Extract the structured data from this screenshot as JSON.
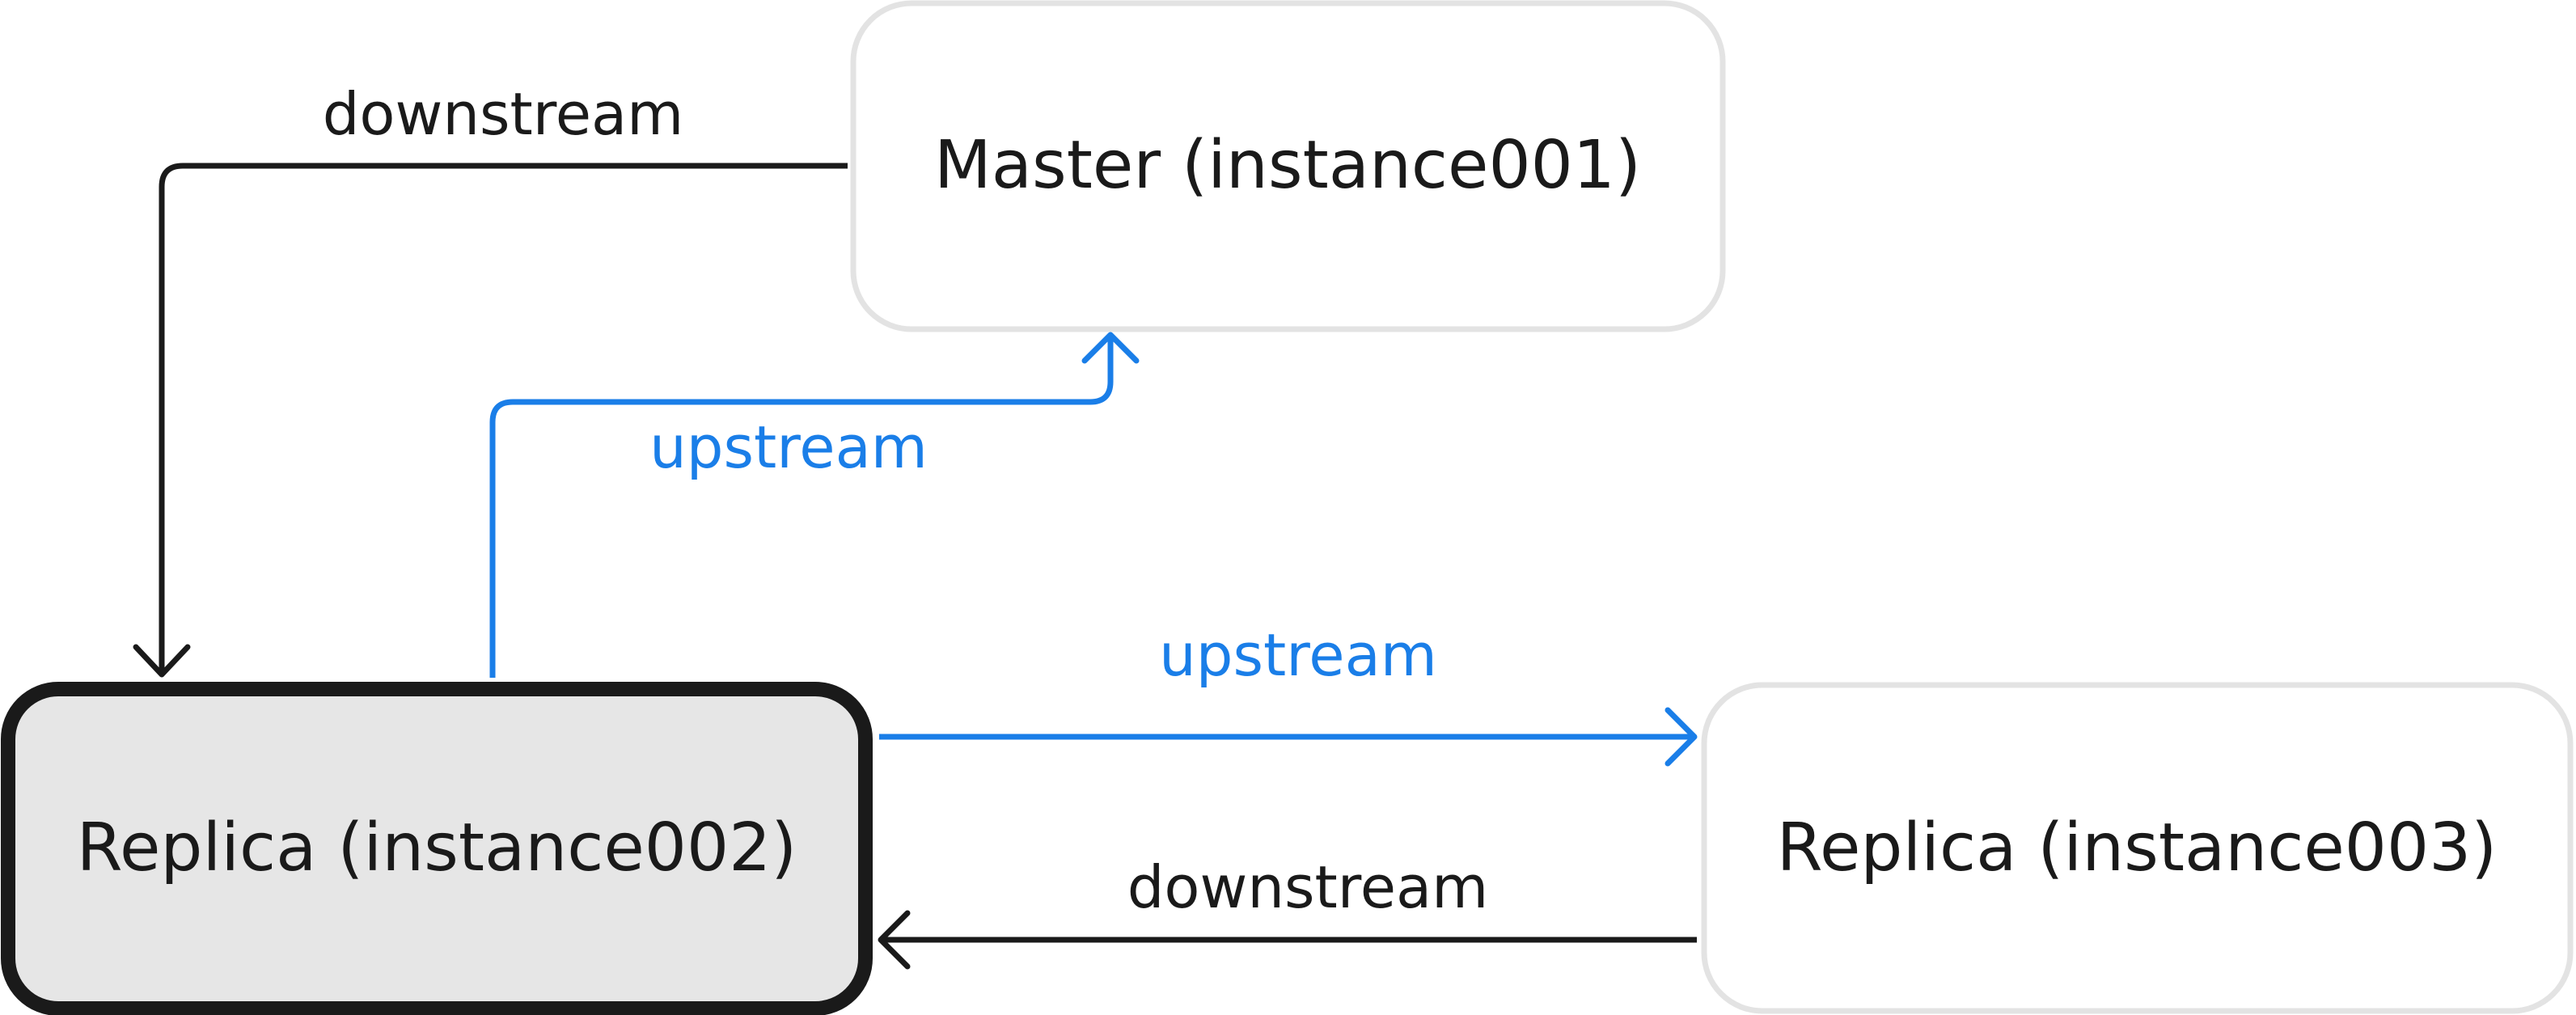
{
  "colors": {
    "downstream": "#1a1a1a",
    "upstream": "#1a7ee8",
    "node_border": "#e3e3e3",
    "highlight_fill": "#e6e6e6",
    "highlight_border": "#1a1a1a"
  },
  "nodes": {
    "master": {
      "label": "Master (instance001)"
    },
    "replica_002": {
      "label": "Replica (instance002)"
    },
    "replica_003": {
      "label": "Replica (instance003)"
    }
  },
  "edges": {
    "master_to_002": {
      "label": "downstream",
      "kind": "downstream"
    },
    "r002_to_master": {
      "label": "upstream",
      "kind": "upstream"
    },
    "r002_to_003": {
      "label": "upstream",
      "kind": "upstream"
    },
    "r003_to_002": {
      "label": "downstream",
      "kind": "downstream"
    }
  }
}
